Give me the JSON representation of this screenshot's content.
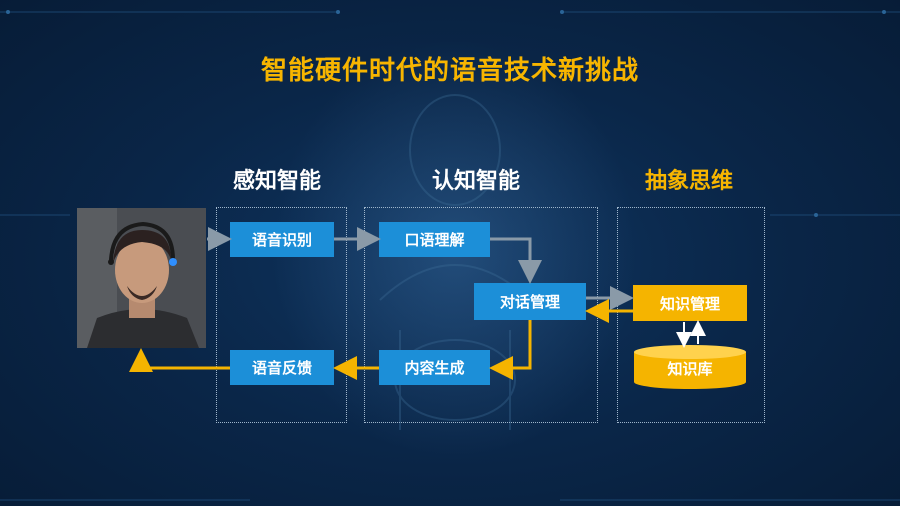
{
  "title": "智能硬件时代的语音技术新挑战",
  "columns": {
    "perception": "感知智能",
    "cognition": "认知智能",
    "abstract": "抽象思维"
  },
  "boxes": {
    "speech_recognition": "语音识别",
    "speech_feedback": "语音反馈",
    "spoken_understanding": "口语理解",
    "dialog_management": "对话管理",
    "content_generation": "内容生成",
    "knowledge_management": "知识管理",
    "knowledge_base": "知识库"
  },
  "colors": {
    "accent_yellow": "#f7b500",
    "box_blue": "#1c8fd8",
    "background": "#0a2648"
  },
  "icons": {
    "photo": "person-photo"
  }
}
